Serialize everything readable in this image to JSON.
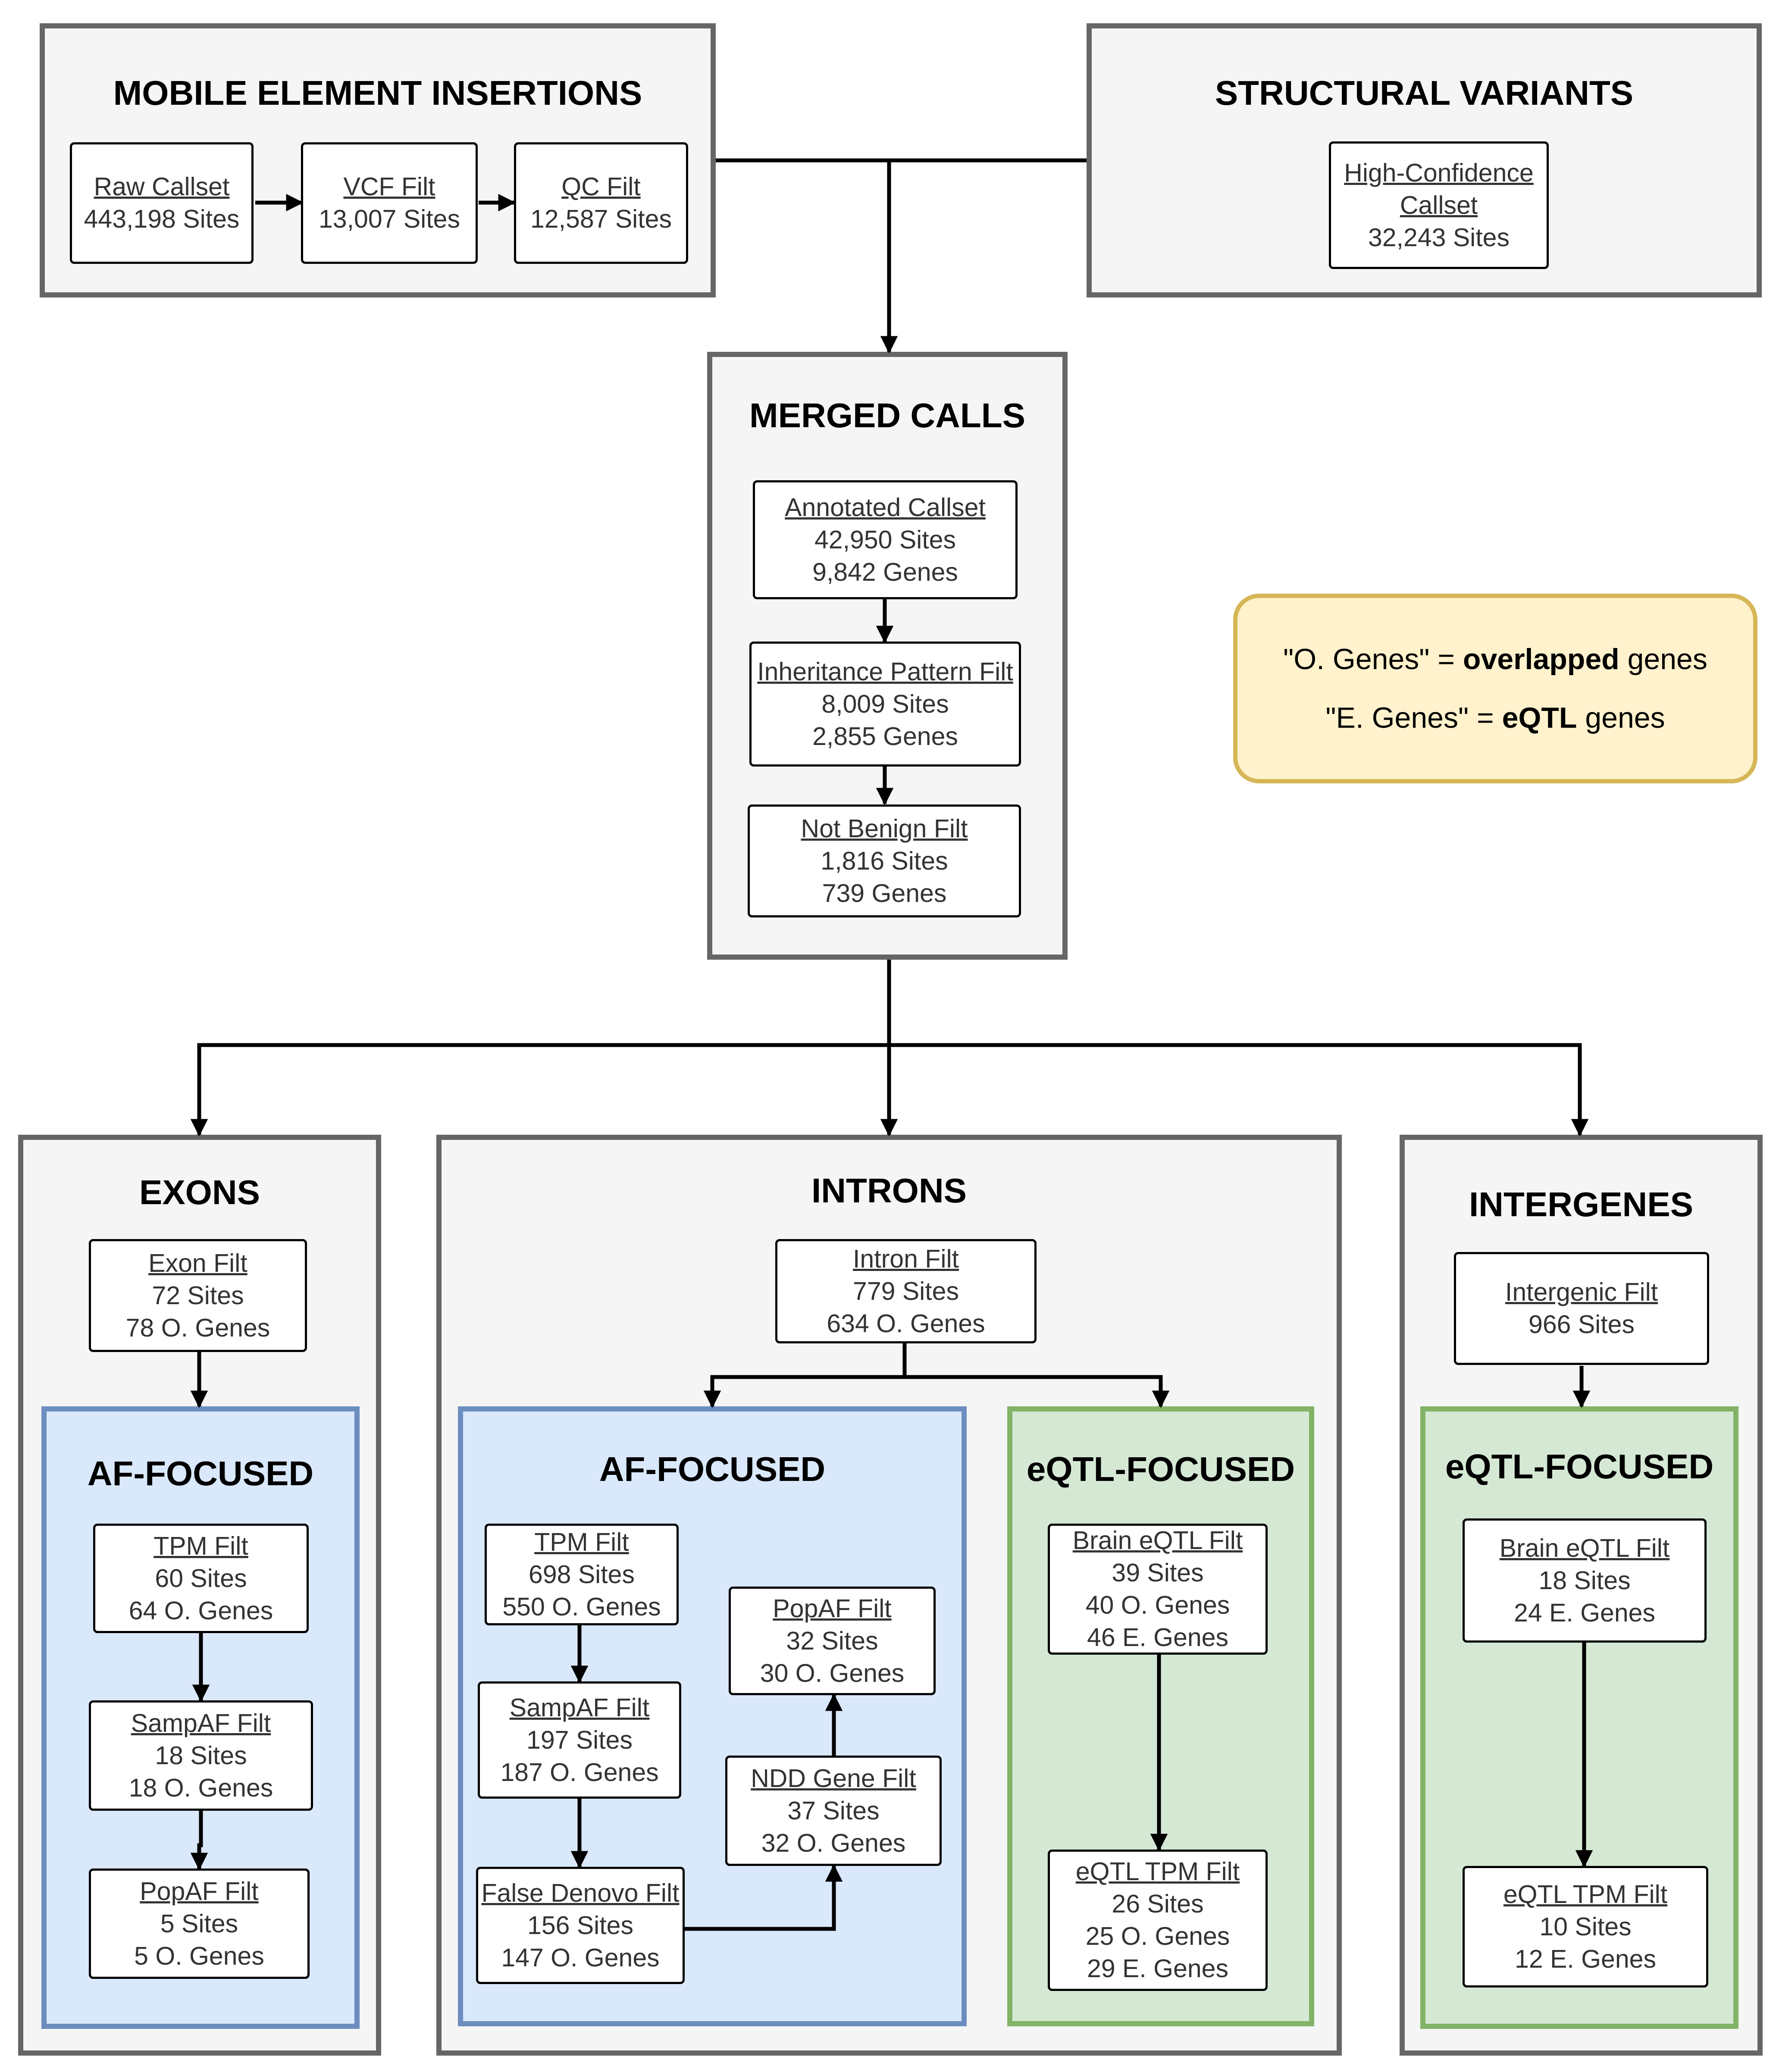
{
  "mei": {
    "title": "MOBILE ELEMENT INSERTIONS",
    "raw": {
      "name": "Raw Callset",
      "l1": "443,198 Sites"
    },
    "vcf": {
      "name": "VCF Filt",
      "l1": "13,007 Sites"
    },
    "qc": {
      "name": "QC Filt",
      "l1": "12,587 Sites"
    }
  },
  "sv": {
    "title": "STRUCTURAL VARIANTS",
    "hc": {
      "name1": "High-Confidence",
      "name2": "Callset",
      "l1": "32,243 Sites"
    }
  },
  "merged": {
    "title": "MERGED CALLS",
    "annotated": {
      "name": "Annotated Callset",
      "l1": "42,950 Sites",
      "l2": "9,842 Genes"
    },
    "inheritance": {
      "name": "Inheritance Pattern Filt",
      "l1": "8,009 Sites",
      "l2": "2,855 Genes"
    },
    "notbenign": {
      "name": "Not Benign Filt",
      "l1": "1,816 Sites",
      "l2": "739 Genes"
    }
  },
  "legend": {
    "row1_pre": "\"O. Genes\" = ",
    "row1_bold": "overlapped",
    "row1_post": " genes",
    "row2_pre": "\"E. Genes\" = ",
    "row2_bold": "eQTL",
    "row2_post": " genes"
  },
  "exons": {
    "title": "EXONS",
    "exon": {
      "name": "Exon Filt",
      "l1": "72 Sites",
      "l2": "78 O. Genes"
    },
    "af": {
      "title": "AF-FOCUSED",
      "tpm": {
        "name": "TPM Filt",
        "l1": "60 Sites",
        "l2": "64 O. Genes"
      },
      "samp": {
        "name": "SampAF Filt",
        "l1": "18 Sites",
        "l2": "18 O. Genes"
      },
      "pop": {
        "name": "PopAF Filt",
        "l1": "5 Sites",
        "l2": "5 O. Genes"
      }
    }
  },
  "introns": {
    "title": "INTRONS",
    "intron": {
      "name": "Intron Filt",
      "l1": "779 Sites",
      "l2": "634 O. Genes"
    },
    "af": {
      "title": "AF-FOCUSED",
      "tpm": {
        "name": "TPM Filt",
        "l1": "698 Sites",
        "l2": "550 O. Genes"
      },
      "samp": {
        "name": "SampAF Filt",
        "l1": "197 Sites",
        "l2": "187 O. Genes"
      },
      "fdn": {
        "name": "False Denovo Filt",
        "l1": "156 Sites",
        "l2": "147 O. Genes"
      },
      "ndd": {
        "name": "NDD Gene Filt",
        "l1": "37 Sites",
        "l2": "32 O. Genes"
      },
      "pop": {
        "name": "PopAF Filt",
        "l1": "32 Sites",
        "l2": "30 O. Genes"
      }
    },
    "eqtl": {
      "title": "eQTL-FOCUSED",
      "brain": {
        "name": "Brain eQTL Filt",
        "l1": "39 Sites",
        "l2": "40 O. Genes",
        "l3": "46 E. Genes"
      },
      "tpm": {
        "name": "eQTL TPM Filt",
        "l1": "26 Sites",
        "l2": "25 O. Genes",
        "l3": "29 E. Genes"
      }
    }
  },
  "intergenes": {
    "title": "INTERGENES",
    "inter": {
      "name": "Intergenic Filt",
      "l1": "966 Sites"
    },
    "eqtl": {
      "title": "eQTL-FOCUSED",
      "brain": {
        "name": "Brain eQTL Filt",
        "l1": "18 Sites",
        "l2": "24 E. Genes"
      },
      "tpm": {
        "name": "eQTL TPM Filt",
        "l1": "10 Sites",
        "l2": "12 E. Genes"
      }
    }
  }
}
